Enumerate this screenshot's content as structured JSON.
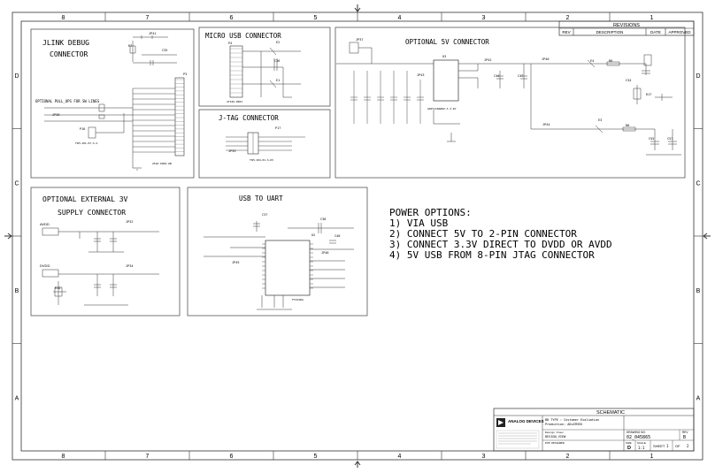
{
  "frame": {
    "col_labels": [
      "8",
      "7",
      "6",
      "5",
      "4",
      "3",
      "2",
      "1"
    ],
    "row_labels": [
      "D",
      "C",
      "B",
      "A"
    ]
  },
  "revisions": {
    "title": "REVISIONS",
    "headers": [
      "REV",
      "DESCRIPTION",
      "DATE",
      "APPROVED"
    ]
  },
  "sections": {
    "jlink": {
      "line1": "JLINK DEBUG",
      "line2": "CONNECTOR",
      "note": "OPTIONAL PULL_UPS FOR SW LINES",
      "ref": "P3",
      "part": "2510-6002-UB",
      "part2": "TSM-101-07-S-S"
    },
    "micro_usb": {
      "title": "MICRO USB CONNECTOR",
      "ref": "P4",
      "part": "47346-0001"
    },
    "jtag": {
      "title": "J-TAG CONNECTOR",
      "ref": "P17",
      "part": "TSM-104-01-S-DV"
    },
    "opt5v": {
      "title": "OPTIONAL 5V CONNECTOR",
      "ic": "U3",
      "part": "ADP7118ARDZ-3.3-R7"
    },
    "ext3v": {
      "line1": "OPTIONAL EXTERNAL 3V",
      "line2": "SUPPLY CONNECTOR",
      "avdd": "AVDD",
      "dvdd": "DVDD"
    },
    "usb_uart": {
      "title": "USB TO UART",
      "ic": "U2",
      "part": "FT232RQ"
    }
  },
  "power_options": {
    "title": "POWER OPTIONS:",
    "items": [
      "1) VIA USB",
      "2) CONNECT 5V TO 2-PIN CONNECTOR",
      "3) CONNECT 3.3V DIRECT TO DVDD OR AVDD",
      "4) 5V USB FROM 8-PIN JTAG CONNECTOR"
    ]
  },
  "title_block": {
    "header": "SCHEMATIC",
    "logo": "ANALOG DEVICES",
    "lines": [
      "BD TYPE : Customer Evaluation",
      "Production: ADuCM355",
      "Design View:",
      "DESIGN_VIEW"
    ],
    "designer": "PCB DESIGNER",
    "drawing_no_label": "DRAWING NO.",
    "drawing_no": "02_045865",
    "rev_label": "REV",
    "rev": "B",
    "size_label": "SIZE",
    "size": "D",
    "scale_label": "SCALE",
    "scale": "1:1",
    "sheet_label": "SHEET",
    "sheet": "1",
    "of_label": "OF",
    "of": "2"
  },
  "component_labels": {
    "jp1": "JP41",
    "r7": "R7",
    "c35": "C35",
    "r3": "R3",
    "jp36": "JP36",
    "p16": "P16",
    "e2": "E2",
    "e1": "E1",
    "c36": "C36",
    "jp39": "JP39",
    "jp37": "JP37",
    "u3": "U3",
    "jp42": "JP42",
    "c44": "C44",
    "c47": "C47",
    "e4": "E4",
    "r6": "R6",
    "jp40": "JP40",
    "jp43": "JP43",
    "jp44": "JP44",
    "e3": "E3",
    "r8": "R8",
    "c34": "C34",
    "r17": "R17",
    "c55": "C55",
    "c57": "C57",
    "jp32": "JP32",
    "jp33": "JP33",
    "jp34": "JP34",
    "r14": "R14",
    "c48": "C48",
    "c37": "C37",
    "c38": "C38",
    "u2": "U2",
    "jp45": "JP45",
    "c40": "C40",
    "jp46": "JP46"
  }
}
